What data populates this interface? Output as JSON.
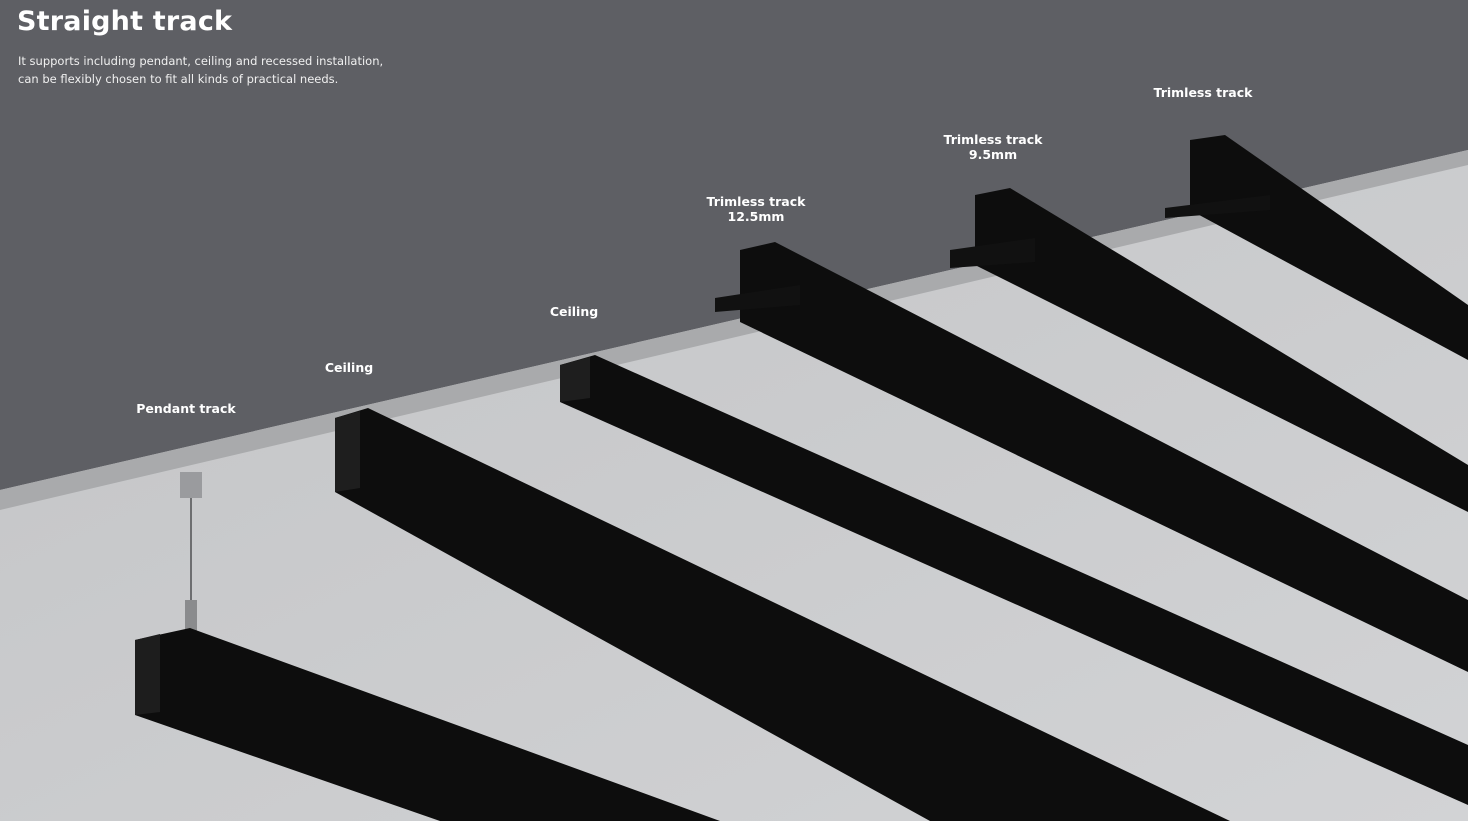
{
  "header": {
    "title": "Straight track",
    "description_line1": "It supports including pendant, ceiling and recessed installation,",
    "description_line2": "can be flexibly chosen to fit all kinds of practical needs."
  },
  "labels": {
    "pendant": "Pendant track",
    "ceiling1": "Ceiling",
    "ceiling2": "Ceiling",
    "trimless125_line1": "Trimless track",
    "trimless125_line2": "12.5mm",
    "trimless95_line1": "Trimless track",
    "trimless95_line2": "9.5mm",
    "trimless": "Trimless track"
  },
  "colors": {
    "background": "#5e5f64",
    "ceiling": "#c9cacc",
    "track": "#0d0d0d"
  }
}
